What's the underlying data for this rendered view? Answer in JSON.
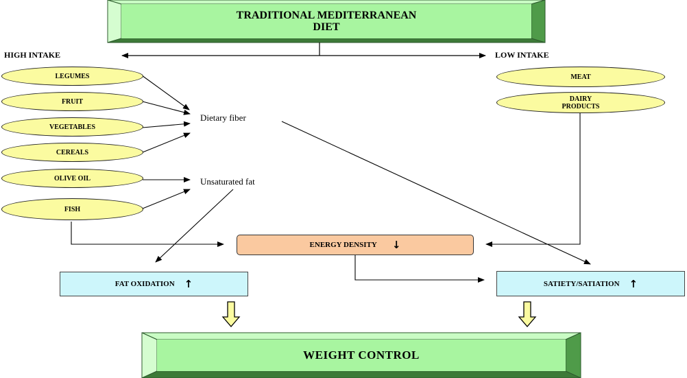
{
  "title": {
    "line1": "TRADITIONAL MEDITERRANEAN",
    "line2": "DIET"
  },
  "labels": {
    "high_intake": "HIGH INTAKE",
    "low_intake": "LOW INTAKE"
  },
  "high_intake_foods": [
    "LEGUMES",
    "FRUIT",
    "VEGETABLES",
    "CEREALS",
    "OLIVE OIL",
    "FISH"
  ],
  "low_intake_foods": {
    "meat": "MEAT",
    "dairy_line1": "DAIRY",
    "dairy_line2": "PRODUCTS"
  },
  "nutrients": {
    "fiber": "Dietary fiber",
    "fat": "Unsaturated fat"
  },
  "energy_density": {
    "label": "ENERGY DENSITY",
    "direction": "↓"
  },
  "fat_oxidation": {
    "label": "FAT OXIDATION",
    "direction": "↑"
  },
  "satiety": {
    "label": "SATIETY/SATIATION",
    "direction": "↑"
  },
  "outcome": "WEIGHT CONTROL",
  "colors": {
    "green_face": "#a8f5a0",
    "ellipse_fill": "#fbfba0",
    "energy_fill": "#fac9a0",
    "cyan_fill": "#cdf6fb",
    "hollow_arrow_fill": "#fbfba0"
  }
}
